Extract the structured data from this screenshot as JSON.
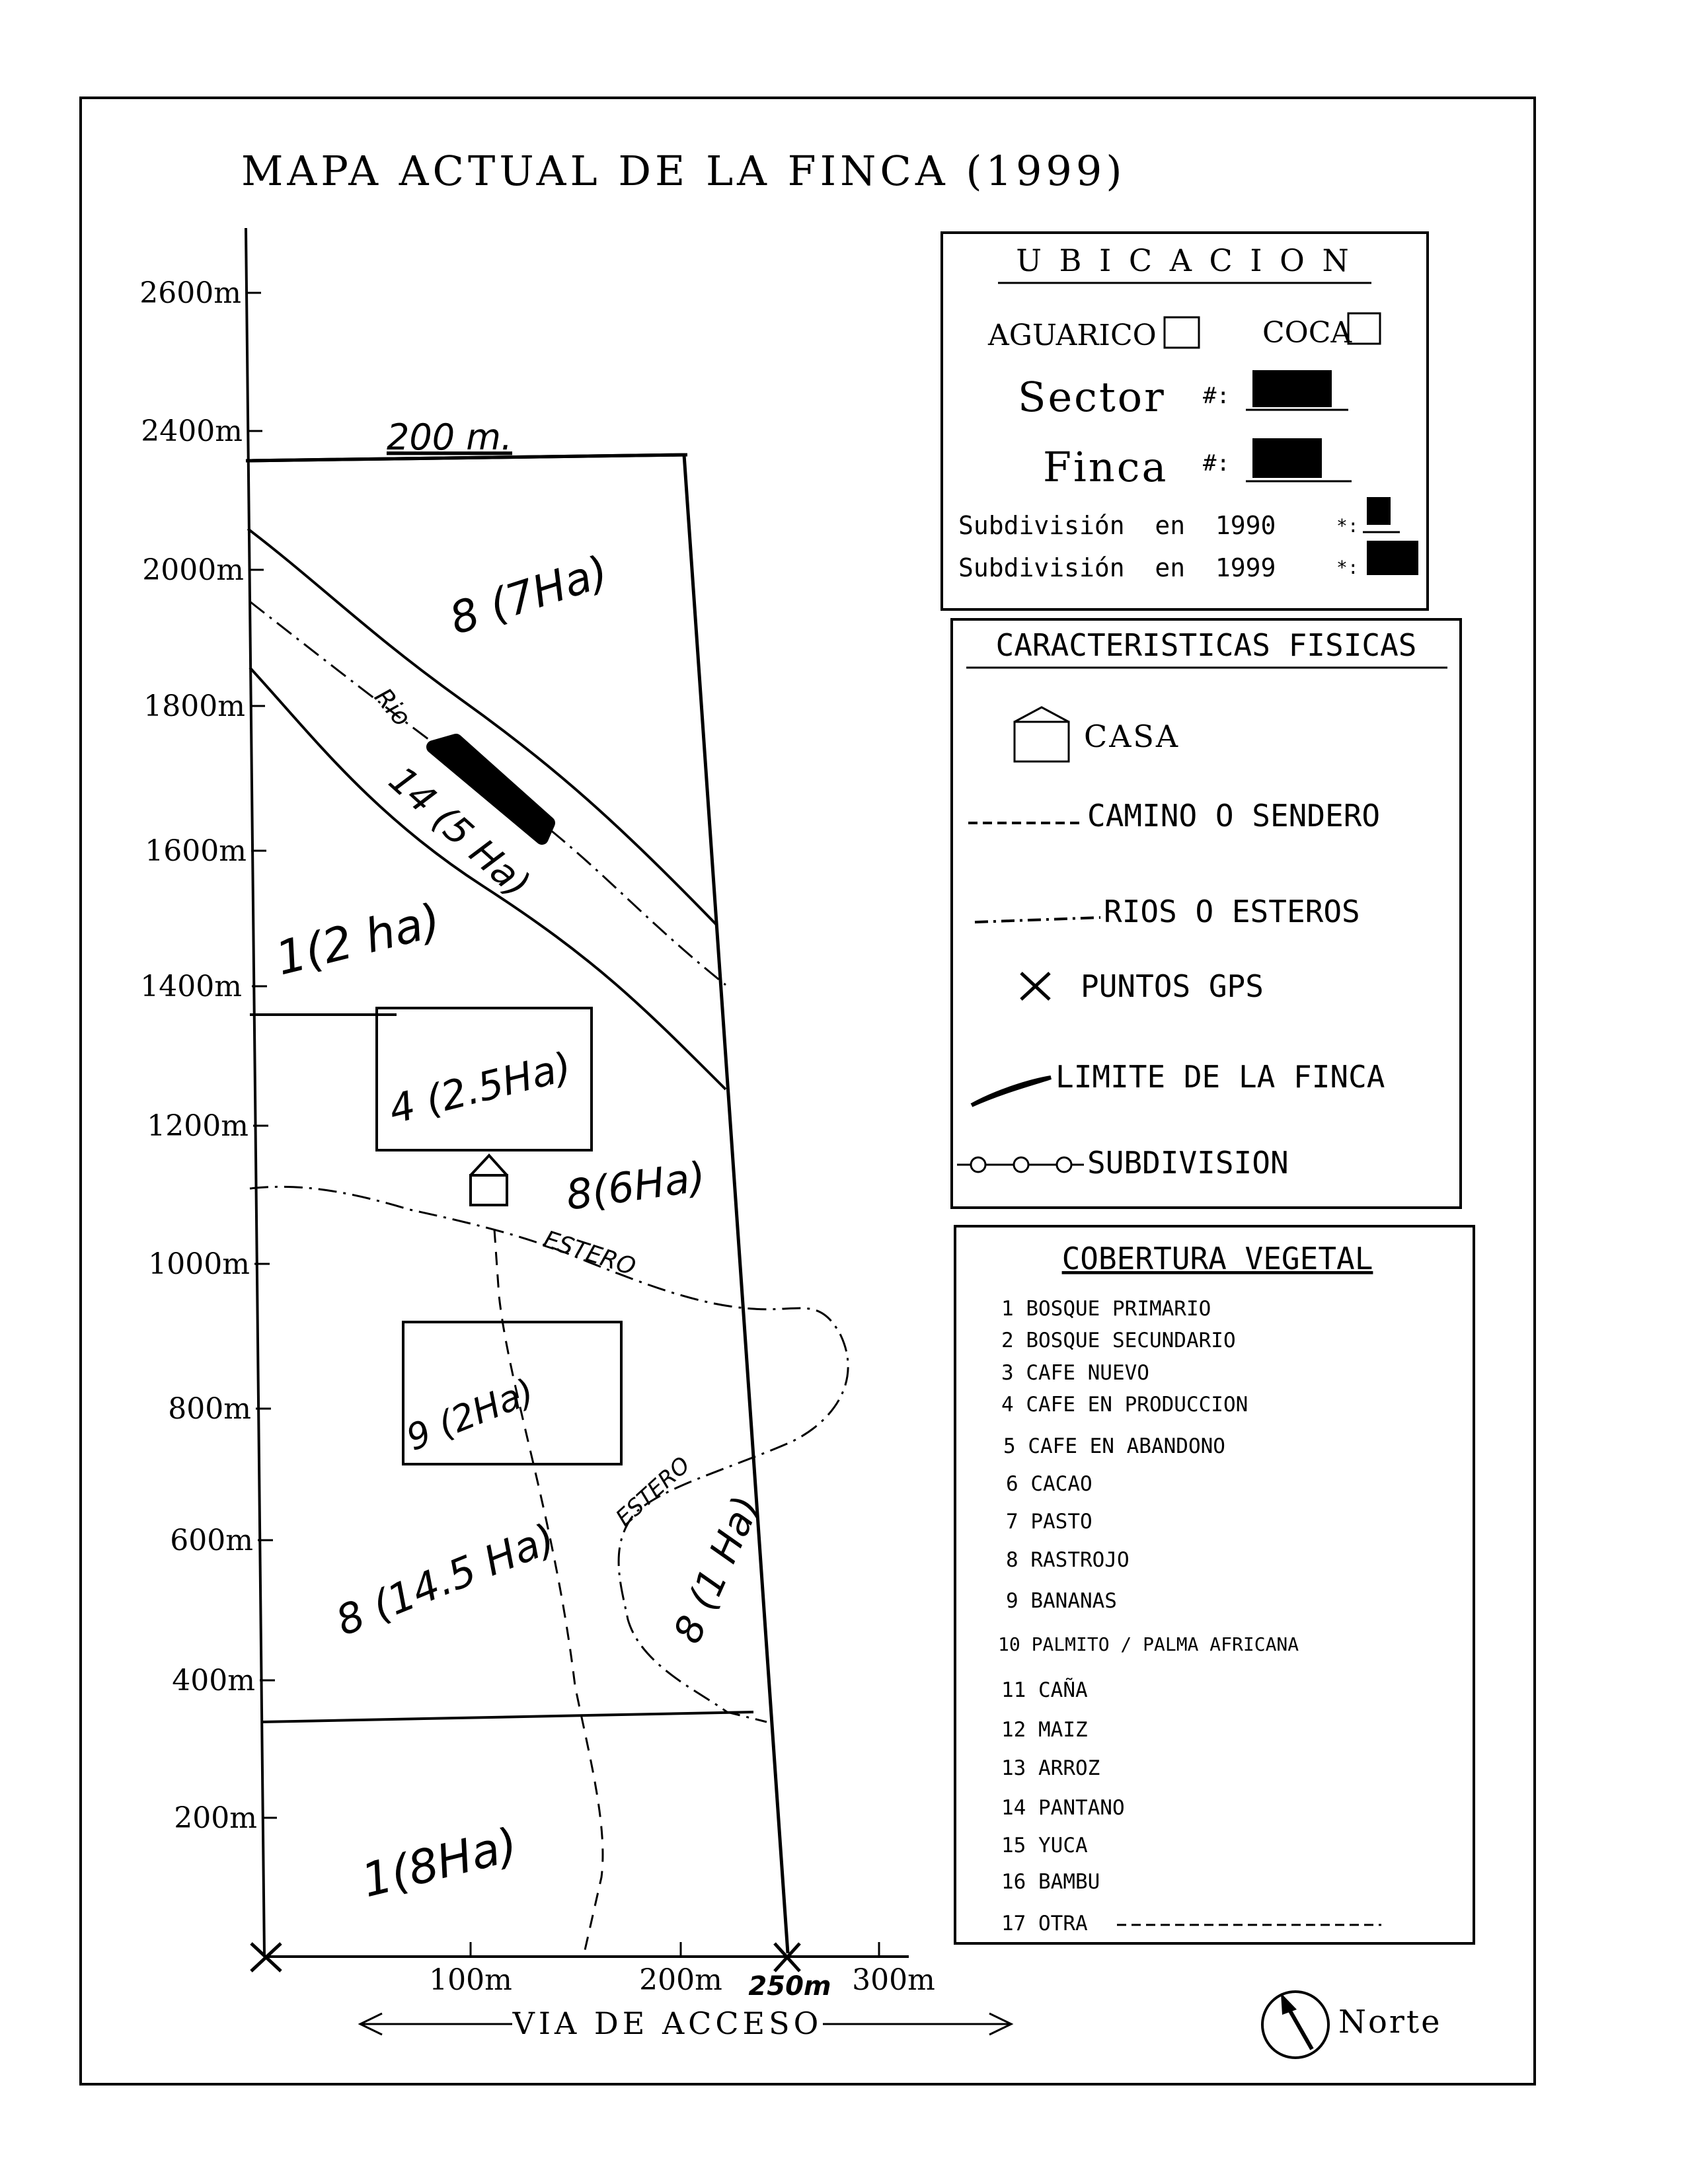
{
  "title": "MAPA ACTUAL DE LA FINCA (1999)",
  "y_axis": {
    "ticks": [
      "2600m",
      "2400m",
      "2000m",
      "1800m",
      "1600m",
      "1400m",
      "1200m",
      "1000m",
      "800m",
      "600m",
      "400m",
      "200m"
    ]
  },
  "x_axis": {
    "ticks": [
      "100m",
      "200m",
      "300m"
    ],
    "extra_label": "250m",
    "road_label": "VIA DE ACCESO"
  },
  "plot": {
    "top_width_label": "200 m.",
    "parcels": [
      {
        "label": "8 (7Ha)"
      },
      {
        "label": "14 (5 Ha)"
      },
      {
        "label": "1(2 ha)"
      },
      {
        "label": "4 (2.5Ha)"
      },
      {
        "label": "8(6Ha)"
      },
      {
        "label": "9 (2Ha)"
      },
      {
        "label": "8 (14.5 Ha)"
      },
      {
        "label": "8 (1 Ha)"
      },
      {
        "label": "1(8Ha)"
      }
    ],
    "water_labels": [
      "Rio",
      "ESTERO",
      "ESTERO"
    ]
  },
  "ubicacion": {
    "title": "U B I C A C I O N",
    "aguarico": "AGUARICO",
    "coca": "COCA",
    "sector": "Sector",
    "finca": "Finca",
    "hash": "#:",
    "hash_small": "*:",
    "subdiv_1990": "Subdivisión  en  1990",
    "subdiv_1999": "Subdivisión  en  1999"
  },
  "caracteristicas": {
    "title": "CARACTERISTICAS FISICAS",
    "items": [
      {
        "label": "CASA",
        "icon": "house-icon"
      },
      {
        "label": "CAMINO O SENDERO",
        "icon": "dashed-line-icon"
      },
      {
        "label": "RIOS O ESTEROS",
        "icon": "dash-dot-line-icon"
      },
      {
        "label": "PUNTOS GPS",
        "icon": "x-mark-icon"
      },
      {
        "label": "LIMITE DE LA FINCA",
        "icon": "solid-curve-icon"
      },
      {
        "label": "SUBDIVISION",
        "icon": "circle-chain-icon"
      }
    ]
  },
  "cobertura": {
    "title": "COBERTURA VEGETAL",
    "items": [
      "1 BOSQUE PRIMARIO",
      "2 BOSQUE SECUNDARIO",
      "3 CAFE NUEVO",
      "4 CAFE EN PRODUCCION",
      "5 CAFE EN ABANDONO",
      "6 CACAO",
      "7 PASTO",
      "8 RASTROJO",
      "9 BANANAS",
      "10 PALMITO / PALMA AFRICANA",
      "11 CAÑA",
      "12 MAIZ",
      "13 ARROZ",
      "14 PANTANO",
      "15 YUCA",
      "16 BAMBU",
      "17 OTRA"
    ]
  },
  "north": {
    "label": "Norte",
    "icon": "north-arrow-icon"
  }
}
